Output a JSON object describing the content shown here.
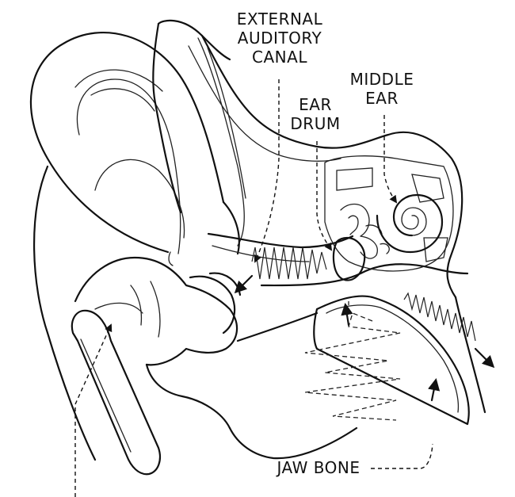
{
  "labels": {
    "external_auditory_canal": [
      "EXTERNAL",
      "AUDITORY",
      "CANAL"
    ],
    "middle_ear": [
      "MIDDLE",
      "EAR"
    ],
    "ear_drum": [
      "EAR",
      "DRUM"
    ],
    "jaw_bone": "JAW BONE"
  },
  "colors": {
    "ink": "#111111",
    "background": "#ffffff"
  }
}
